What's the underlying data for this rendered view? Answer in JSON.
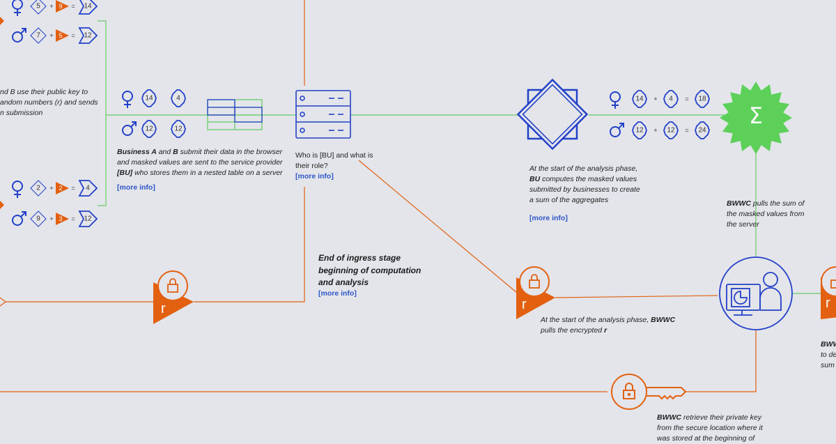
{
  "colors": {
    "background": "#e3e5ea",
    "blue": "#2340c8",
    "orange": "#e2600f",
    "green": "#5dd05a",
    "green_line": "#66cc66",
    "text": "#222222",
    "link": "#2f56c8"
  },
  "symbols": {
    "female": "♀",
    "male": "♂",
    "plus": "+",
    "equals": "=",
    "r": "r",
    "sigma": "Σ"
  },
  "equations": [
    {
      "name": "left-eq-1",
      "sex": "female",
      "a": "5",
      "b": "9",
      "c": "14"
    },
    {
      "name": "left-eq-2",
      "sex": "male",
      "a": "7",
      "b": "5",
      "c": "12"
    },
    {
      "name": "left-eq-3",
      "sex": "female",
      "a": "2",
      "b": "2",
      "c": "4"
    },
    {
      "name": "left-eq-4",
      "sex": "male",
      "a": "9",
      "b": "3",
      "c": "12"
    },
    {
      "name": "right-eq-1",
      "sex": "female",
      "a": "14",
      "b": "4",
      "c": "18"
    },
    {
      "name": "right-eq-2",
      "sex": "male",
      "a": "12",
      "b": "12",
      "c": "24"
    }
  ],
  "pairs": [
    {
      "sex": "female",
      "a": "14",
      "b": "4"
    },
    {
      "sex": "male",
      "a": "12",
      "b": "12"
    }
  ],
  "texts": {
    "left_cut": "nd B use their public key to\nandom numbers (r) and sends\nn submission",
    "submit_desc_1": "Business A",
    "submit_desc_2": " and ",
    "submit_desc_3": "B",
    "submit_desc_4": " submit their data in the browser\nand masked values are sent to the service provider\n",
    "submit_desc_5": "[BU]",
    "submit_desc_6": " who stores them in a nested table on a server",
    "who_bu": "Who is [BU] and what is\ntheir role?",
    "end_ingress": "End of ingress stage\nbeginning of computation\nand analysis",
    "analysis_1": "At the start of the analysis phase,",
    "analysis_2": "BU",
    "analysis_3": " computes the masked values\nsubmitted by businesses to create\na sum of the aggregates",
    "bwwc_pulls_1": "BWWC",
    "bwwc_pulls_2": " pulls the sum of\nthe masked values from\nthe server",
    "encrypted_r_1": "At the start of the analysis phase,  ",
    "encrypted_r_2": "BWWC",
    "encrypted_r_3": "\npulls the encrypted ",
    "encrypted_r_4": "r",
    "right_cut_1": "BWW",
    "right_cut_2": "to de\nsum",
    "private_key_1": "BWWC",
    "private_key_2": " retrieve their private key\nfrom the secure location where it\nwas stored at the beginning of",
    "more_info": "[more info]"
  }
}
